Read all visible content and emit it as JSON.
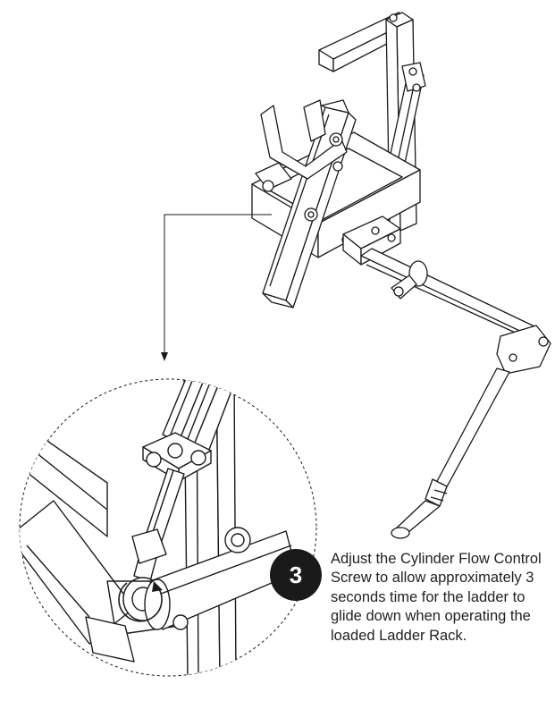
{
  "step": {
    "number": "3",
    "instruction": "Adjust the Cylinder Flow Control Screw to allow approximately 3 seconds time for the ladder to glide down when operating the loaded Ladder Rack."
  },
  "icons": [
    "ladder-rack-assembly-drawing",
    "cylinder-detail-drawing",
    "leader-arrow"
  ],
  "colors": {
    "line": "#1a1a1a",
    "badge": "#1a1a1a",
    "text": "#222222"
  }
}
